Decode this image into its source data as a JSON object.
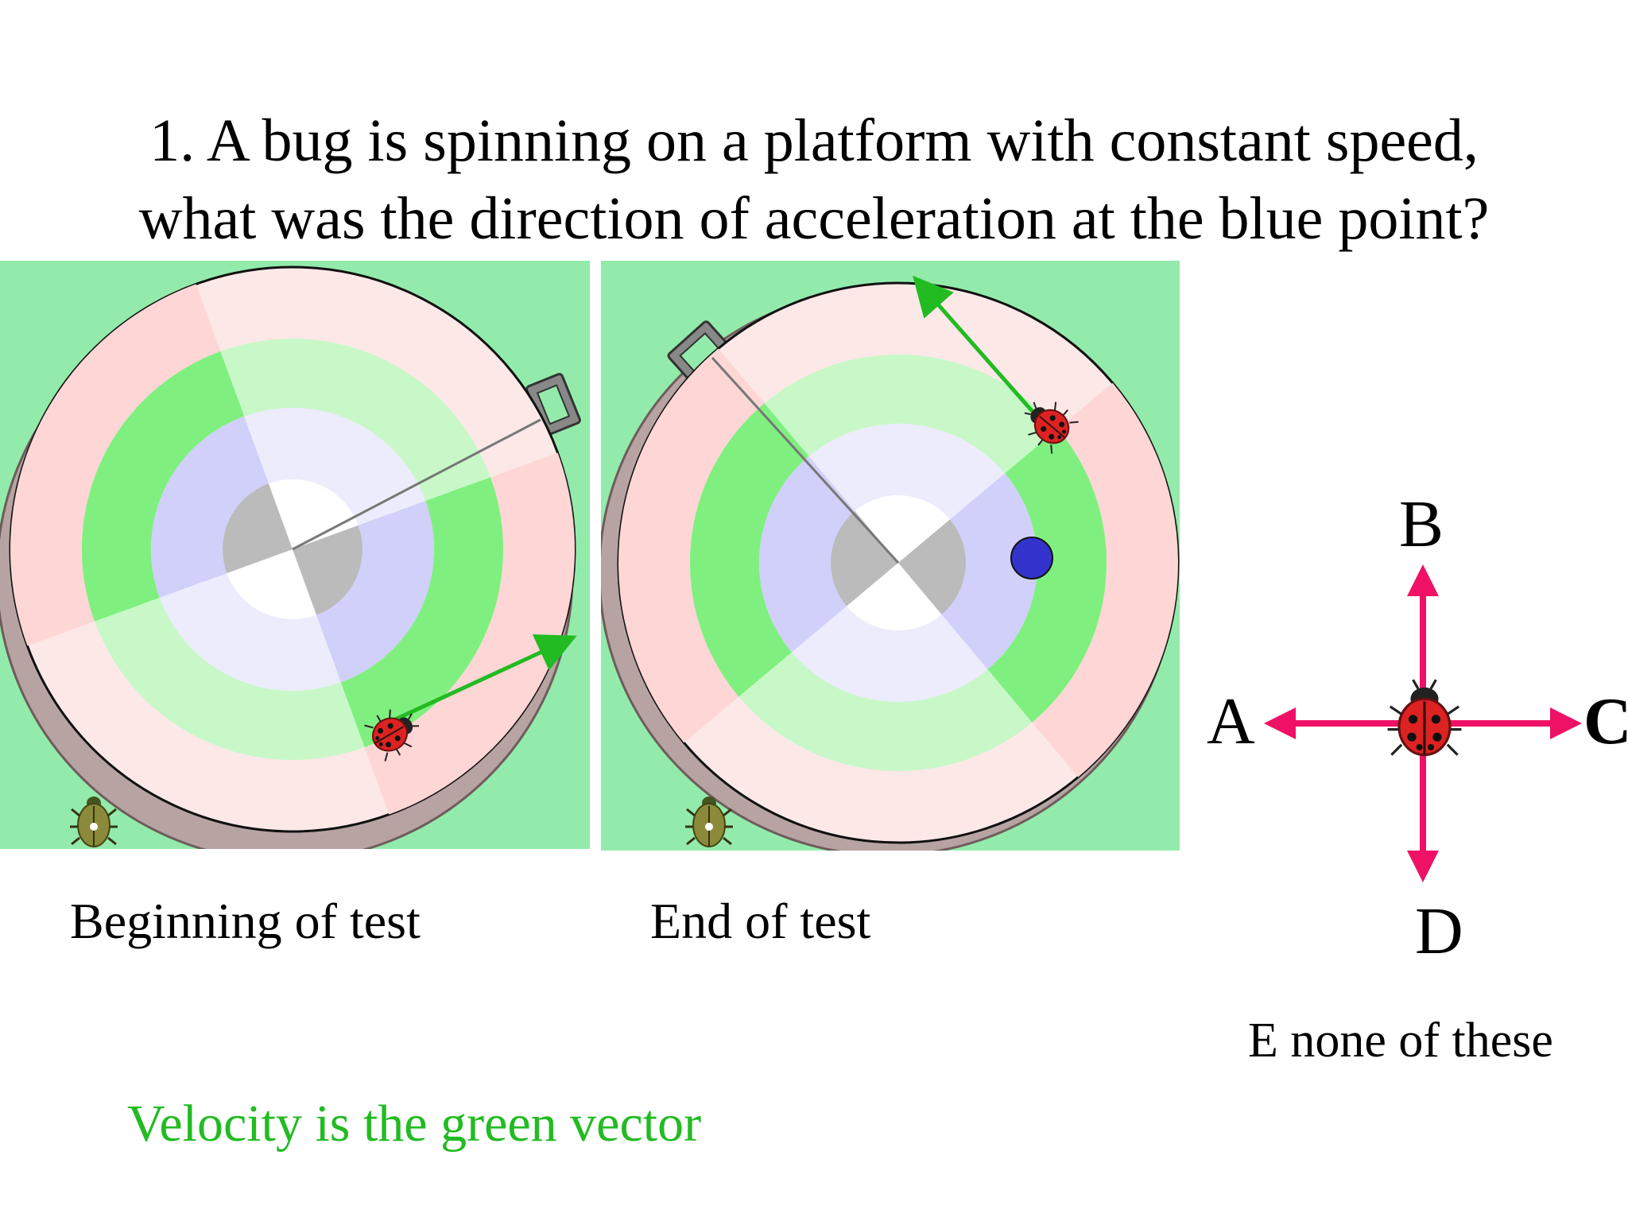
{
  "question": {
    "line1": "1. A bug is spinning on a platform with constant speed,",
    "line2": "what was the direction of acceleration at the blue point?"
  },
  "panels": {
    "beginning": {
      "caption": "Beginning of test"
    },
    "end": {
      "caption": "End of test"
    }
  },
  "options": {
    "a": "A",
    "b": "B",
    "c": "C",
    "d": "D",
    "e": "E none of these"
  },
  "note": "Velocity is the green vector",
  "colors": {
    "background_green": "#93ebab",
    "velocity_vector": "#22bb22",
    "blue_point": "#3333cc",
    "option_arrows": "#ee1166",
    "note_text": "#22bb22"
  },
  "icons": {
    "ladybug": "ladybug-icon",
    "beetle": "beetle-icon",
    "handle": "platform-handle-icon"
  }
}
